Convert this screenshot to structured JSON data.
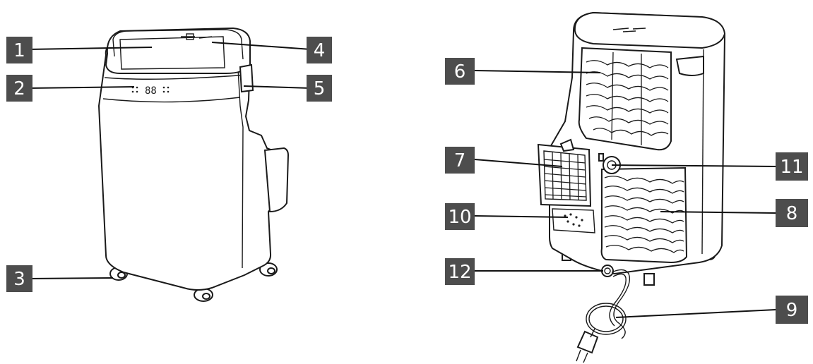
{
  "callouts": {
    "c1": "1",
    "c2": "2",
    "c3": "3",
    "c4": "4",
    "c5": "5",
    "c6": "6",
    "c7": "7",
    "c8": "8",
    "c9": "9",
    "c10": "10",
    "c11": "11",
    "c12": "12"
  },
  "display_readout": "88",
  "colors": {
    "badge": "#4d4d4d",
    "badge_text": "#ffffff",
    "line": "#111111",
    "background": "#ffffff"
  }
}
